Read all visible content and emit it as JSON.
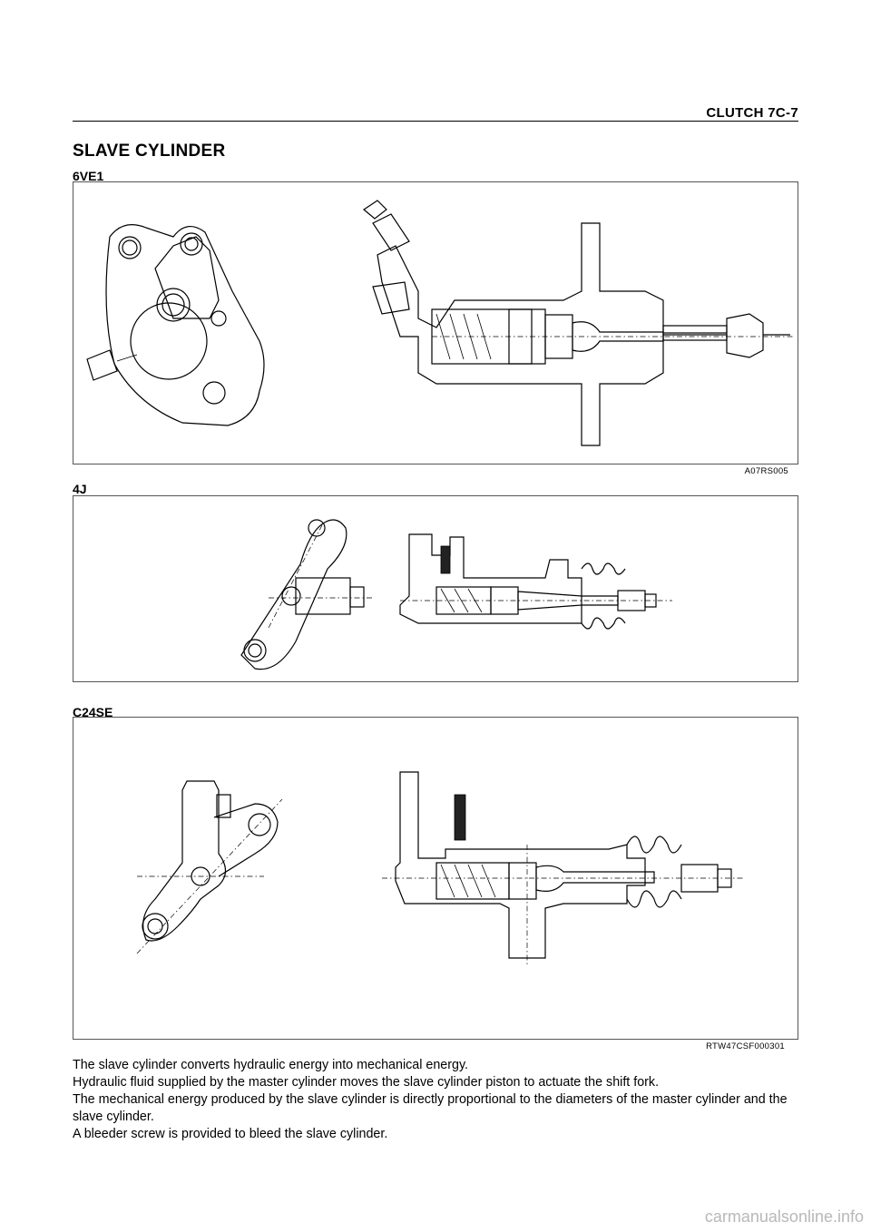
{
  "header": {
    "title": "CLUTCH  7C-7"
  },
  "section": {
    "title": "SLAVE CYLINDER"
  },
  "figures": [
    {
      "label": "6VE1",
      "code": "A07RS005"
    },
    {
      "label": "4J",
      "code": ""
    },
    {
      "label": "C24SE",
      "code": "RTW47CSF000301"
    }
  ],
  "paragraphs": [
    "The slave cylinder converts hydraulic energy into mechanical energy.",
    "Hydraulic fluid supplied by the master cylinder moves the slave cylinder piston to actuate the shift fork.",
    "The mechanical energy produced by the slave cylinder is directly proportional to the diameters of the master cylinder and the slave cylinder.",
    "A bleeder screw is provided to bleed the slave cylinder."
  ],
  "watermark": "carmanualsonline.info"
}
